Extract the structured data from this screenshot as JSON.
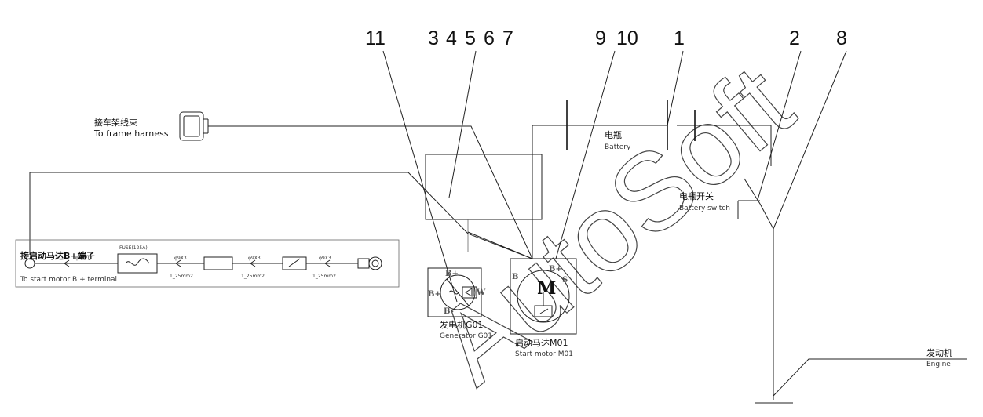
{
  "callouts": [
    "11",
    "3",
    "4",
    "5",
    "6",
    "7",
    "9",
    "10",
    "1",
    "2",
    "8"
  ],
  "labels": {
    "frame_harness_cn": "接车架线束",
    "frame_harness_en": "To frame harness",
    "battery_cn": "电瓶",
    "battery_en": "Battery",
    "battery_switch_cn": "电瓶开关",
    "battery_switch_en": "Battery switch",
    "start_motor_b_cn": "接启动马达B+端子",
    "start_motor_b_en": "To start motor B + terminal",
    "generator_cn": "发电机G01",
    "generator_en": "Generator G01",
    "start_motor_cn": "启动马达M01",
    "start_motor_en": "Start motor M01",
    "engine_cn": "发动机",
    "engine_en": "Engine"
  },
  "harness_labels": {
    "fuse": "FUSE(125A)",
    "size_1": "φ4X200",
    "size_2": "φ9X3",
    "size_3": "φ9X3",
    "size_4": "φ9X3",
    "wire_1": "1_25mm2",
    "wire_2": "1_25mm2",
    "wire_3": "1_25mm2"
  },
  "pins": {
    "gen_b_plus_top": "B+",
    "gen_b_plus_left": "B+",
    "gen_b_minus": "B-",
    "gen_w": "W",
    "motor_b": "B",
    "motor_b_plus": "B+",
    "motor_s": "S",
    "motor_symbol": "M"
  },
  "watermark": "AutoSoft"
}
